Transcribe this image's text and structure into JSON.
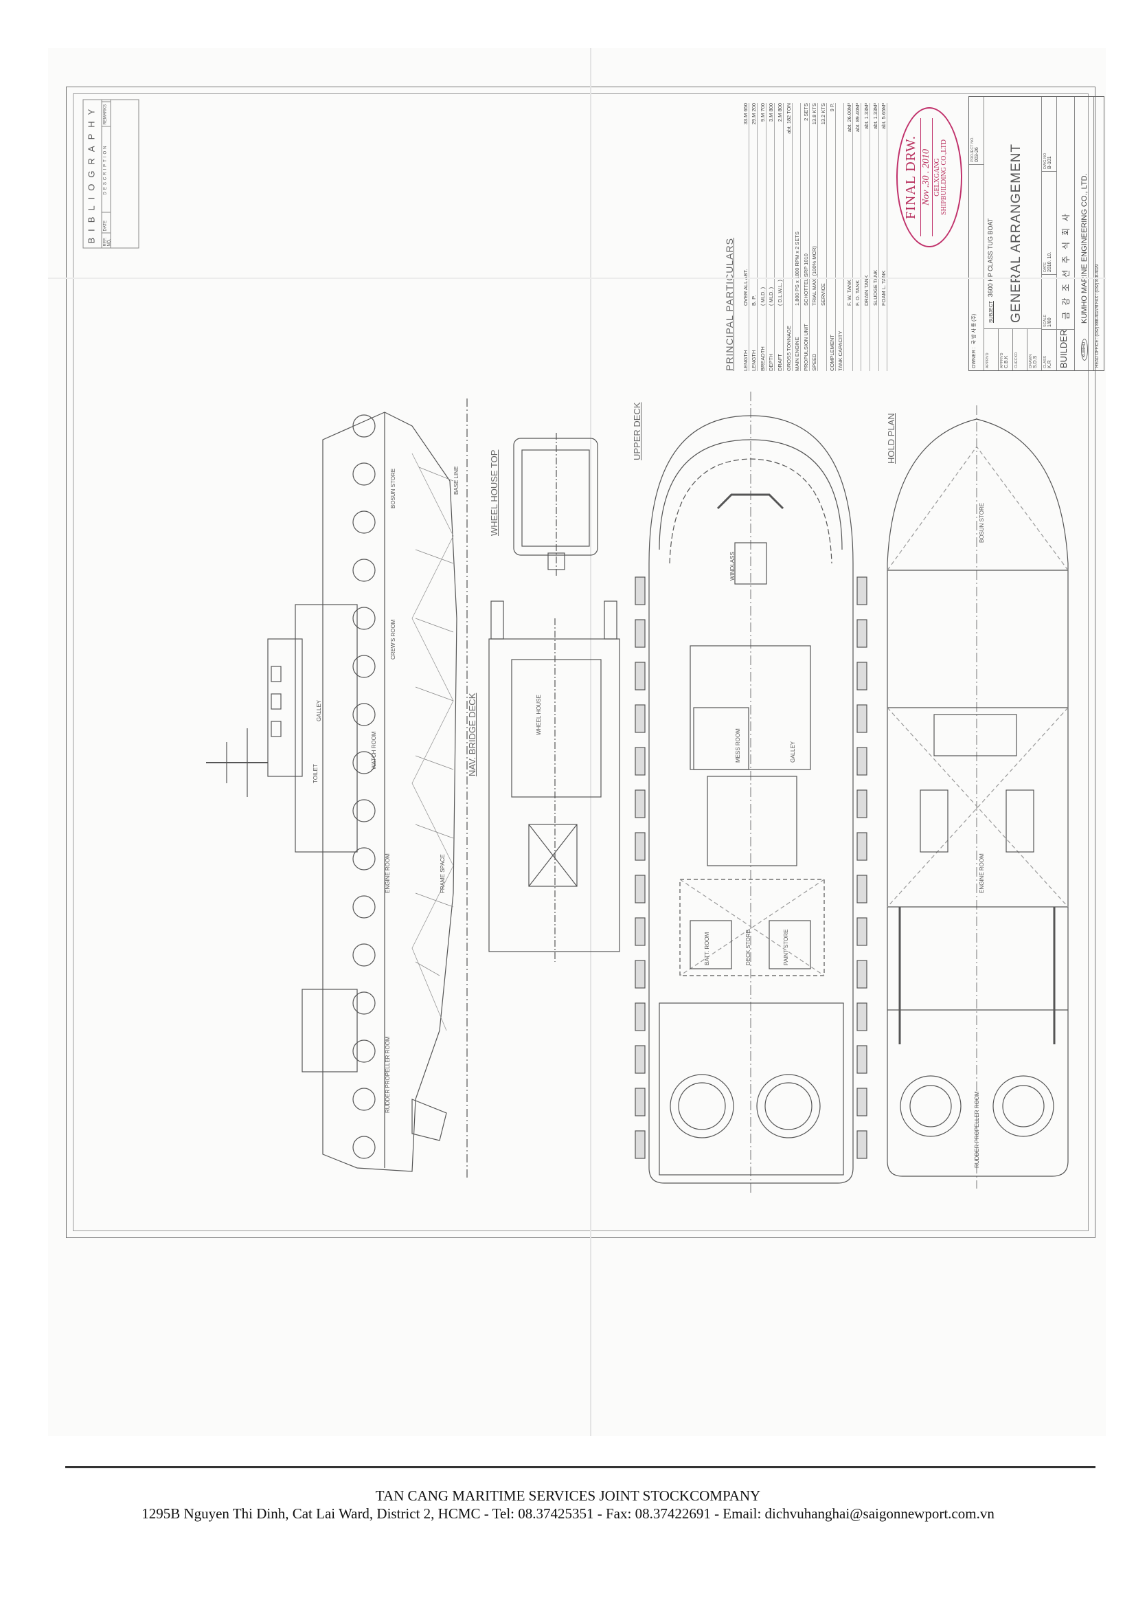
{
  "bibliography": {
    "title": "BIBLIOGRAPHY",
    "columns": [
      "REF. NO.",
      "DATE",
      "DESCRIPTION",
      "REMARKS"
    ]
  },
  "particulars": {
    "title": "PRINCIPAL PARTICULARS",
    "rows": [
      {
        "label": "LENGTH",
        "qual": "OVER ALL   ABT.",
        "value": "33.M 650"
      },
      {
        "label": "LENGTH",
        "qual": "B. P.",
        "value": "29.M 200"
      },
      {
        "label": "BREADTH",
        "qual": "( MLD. )",
        "value": "9.M 700"
      },
      {
        "label": "DEPTH",
        "qual": "( MLD. )",
        "value": "3.M 800"
      },
      {
        "label": "DRAFT",
        "qual": "( D.L.W.L. )",
        "value": "2.M 800"
      },
      {
        "label": "GROSS TONNAGE",
        "qual": "",
        "value": "abt. 182 TON"
      },
      {
        "label": "MAIN ENGINE",
        "qual": "1,800 PS x 1800 RPM x 2 SETS",
        "value": ""
      },
      {
        "label": "PROPULSION UNIT",
        "qual": "SCHOTTEL SRP 1010",
        "value": "2 SETS"
      },
      {
        "label": "SPEED",
        "qual": "TRIAL MAX. (100% MCR)",
        "value": "13.8 KTS"
      },
      {
        "label": "",
        "qual": "SERVICE",
        "value": "13.2 KTS"
      },
      {
        "label": "COMPLEMENT",
        "qual": "",
        "value": "9 P."
      },
      {
        "label": "TANK CAPACITY",
        "qual": "",
        "value": ""
      },
      {
        "label": "",
        "qual": "F. W. TANK",
        "value": "abt. 26.00M³"
      },
      {
        "label": "",
        "qual": "F. O. TANK",
        "value": "abt. 89.40M³"
      },
      {
        "label": "",
        "qual": "DRAIN TANK",
        "value": "abt. 1.33M³"
      },
      {
        "label": "",
        "qual": "SLUDGE TANK",
        "value": "abt. 1.33M³"
      },
      {
        "label": "",
        "qual": "FOAM L. TANK",
        "value": "abt. 5.65M³"
      }
    ]
  },
  "stamp": {
    "line1": "FINAL DRW.",
    "line2": "Nov .30 . 2010",
    "line3": "GELXGANG",
    "line4": "SHIPBUILDING CO.,LTD"
  },
  "title_block": {
    "owner_label": "OWNER :",
    "owner": "국 방 사 통 (주)",
    "project_label": "PROJECT NO.",
    "project": "003-26",
    "approved_label": "APPRVD",
    "approved2_label": "APPRVD",
    "approved2": "C.B.K",
    "checked_label": "CHECKD",
    "drawn_label": "DRAWN",
    "drawn": "S.D.S",
    "class_label": "CLASS",
    "class": "K.R",
    "subject_label": "SUBJECT",
    "subject": "3600 HP CLASS TUG BOAT",
    "drawing_title": "GENERAL ARRANGEMENT",
    "scale_label": "SCALE",
    "scale": "1/80",
    "date_label": "DATE",
    "date": "2010. 10.",
    "dwg_label": "DWG.NO",
    "dwg": "B-101",
    "builder_label": "BUILDER",
    "builder": "금 강 조 선 주 식 회 사",
    "company": "KUMHO MARINE ENGINEERING CO., LTD.",
    "logo": "KUMHO",
    "contact": "HEAD OFFICE : (032) 888-4027/8  FAX : (032) 888-4029"
  },
  "views": {
    "wheel_house_top": "WHEEL HOUSE TOP",
    "nav_bridge_deck": "NAV. BRIDGE DECK",
    "upper_deck": "UPPER DECK",
    "hold_plan": "HOLD PLAN"
  },
  "room_labels": {
    "bosun_store": "BOSUN STORE",
    "crews_room": "CREW'S ROOM",
    "galley": "GALLEY",
    "mess_room": "MESS ROOM",
    "wheel_house": "WHEEL HOUSE",
    "engine_room": "ENGINE ROOM",
    "toilet": "TOILET",
    "deck_store": "DECK STORE",
    "paint_store": "PAINT STORE",
    "batt_room": "BATT. ROOM",
    "rudder_room": "RUDDER PROPELLER ROOM",
    "windlass": "WINDLASS",
    "watch_room": "WATCH ROOM",
    "base_line": "BASE LINE",
    "frame_space": "FRAME SPACE"
  },
  "footer": {
    "company": "TAN CANG MARITIME SERVICES JOINT STOCKCOMPANY",
    "address": "1295B Nguyen Thi Dinh, Cat Lai Ward, District 2, HCMC - Tel: 08.37425351 - Fax: 08.37422691 - Email: dichvuhanghai@saigonnewport.com.vn"
  }
}
